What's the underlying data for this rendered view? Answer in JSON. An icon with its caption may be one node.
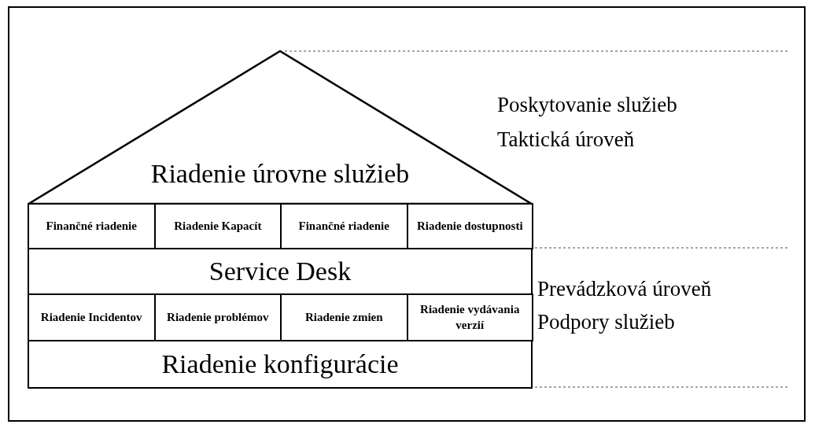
{
  "diagram": {
    "nodes": [
      {
        "text": [
          "Riadenie úrovne služieb"
        ]
      },
      {
        "text": [
          "Finančné riadenie"
        ]
      },
      {
        "text": [
          "Riadenie Kapacít"
        ]
      },
      {
        "text": [
          "Finančné riadenie"
        ]
      },
      {
        "text": [
          "Riadenie dostupnosti"
        ]
      },
      {
        "text": [
          "Service Desk"
        ]
      },
      {
        "text": [
          "Riadenie Incidentov"
        ]
      },
      {
        "text": [
          "Riadenie problémov"
        ]
      },
      {
        "text": [
          "Riadenie zmien"
        ]
      },
      {
        "text": [
          "Riadenie vydávania verzií"
        ]
      },
      {
        "text": [
          "Riadenie konfigurácie"
        ]
      }
    ],
    "edges": [],
    "labels": [
      "Poskytovanie služieb",
      "Taktická úroveň",
      "Prevádzková úroveň",
      "Podpory služieb"
    ]
  }
}
